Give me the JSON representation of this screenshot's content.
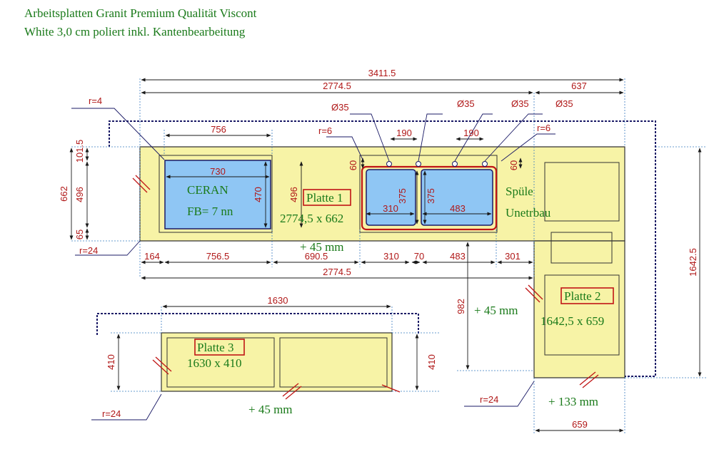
{
  "header": {
    "line1": "Arbeitsplatten Granit Premium Qualität Viscont",
    "line2": "White 3,0 cm poliert inkl. Kantenbearbeitung"
  },
  "colors": {
    "slab": "#f7f3a6",
    "cutout": "#8fc6f4",
    "dim": "#b01818",
    "label": "#1a7a1a",
    "frame": "#c01515",
    "outline": "#1a1a66"
  },
  "slabs": {
    "platte1": {
      "title": "Platte 1",
      "size": "2774,5 x 662"
    },
    "platte2": {
      "title": "Platte 2",
      "size": "1642,5 x 659"
    },
    "platte3": {
      "title": "Platte 3",
      "size": "1630 x 410"
    }
  },
  "labels": {
    "ceran": "CERAN",
    "fb": "FB= 7 nn",
    "spuele": "Spüle",
    "unterbau": "Unetrbau",
    "plus45_top": "+ 45 mm",
    "plus45_side": "+ 45 mm",
    "plus45_bottom": "+ 45 mm",
    "plus133": "+ 133 mm"
  },
  "dims": {
    "d3411": "3411.5",
    "d2774_top": "2774.5",
    "d637": "637",
    "d756": "756",
    "d730": "730",
    "d470": "470",
    "d496_left": "496",
    "d496_mid": "496",
    "d662": "662",
    "d101": "101.5",
    "d65": "65",
    "r4": "r=4",
    "r6a": "r=6",
    "r6b": "r=6",
    "r24a": "r=24",
    "r24b": "r=24",
    "r24c": "r=24",
    "o35a": "Ø35",
    "o35b": "Ø35",
    "o35c": "Ø35",
    "o35d": "Ø35",
    "d190a": "190",
    "d190b": "190",
    "d60a": "60",
    "d60b": "60",
    "d375a": "375",
    "d375b": "375",
    "d310_in": "310",
    "d483_in": "483",
    "d164": "164",
    "d756_5": "756.5",
    "d690": "690.5",
    "d310": "310",
    "d70": "70",
    "d483": "483",
    "d301": "301",
    "d2774_bot": "2774.5",
    "d982": "982",
    "d1642": "1642.5",
    "d659": "659",
    "d1630": "1630",
    "d410a": "410",
    "d410b": "410"
  }
}
